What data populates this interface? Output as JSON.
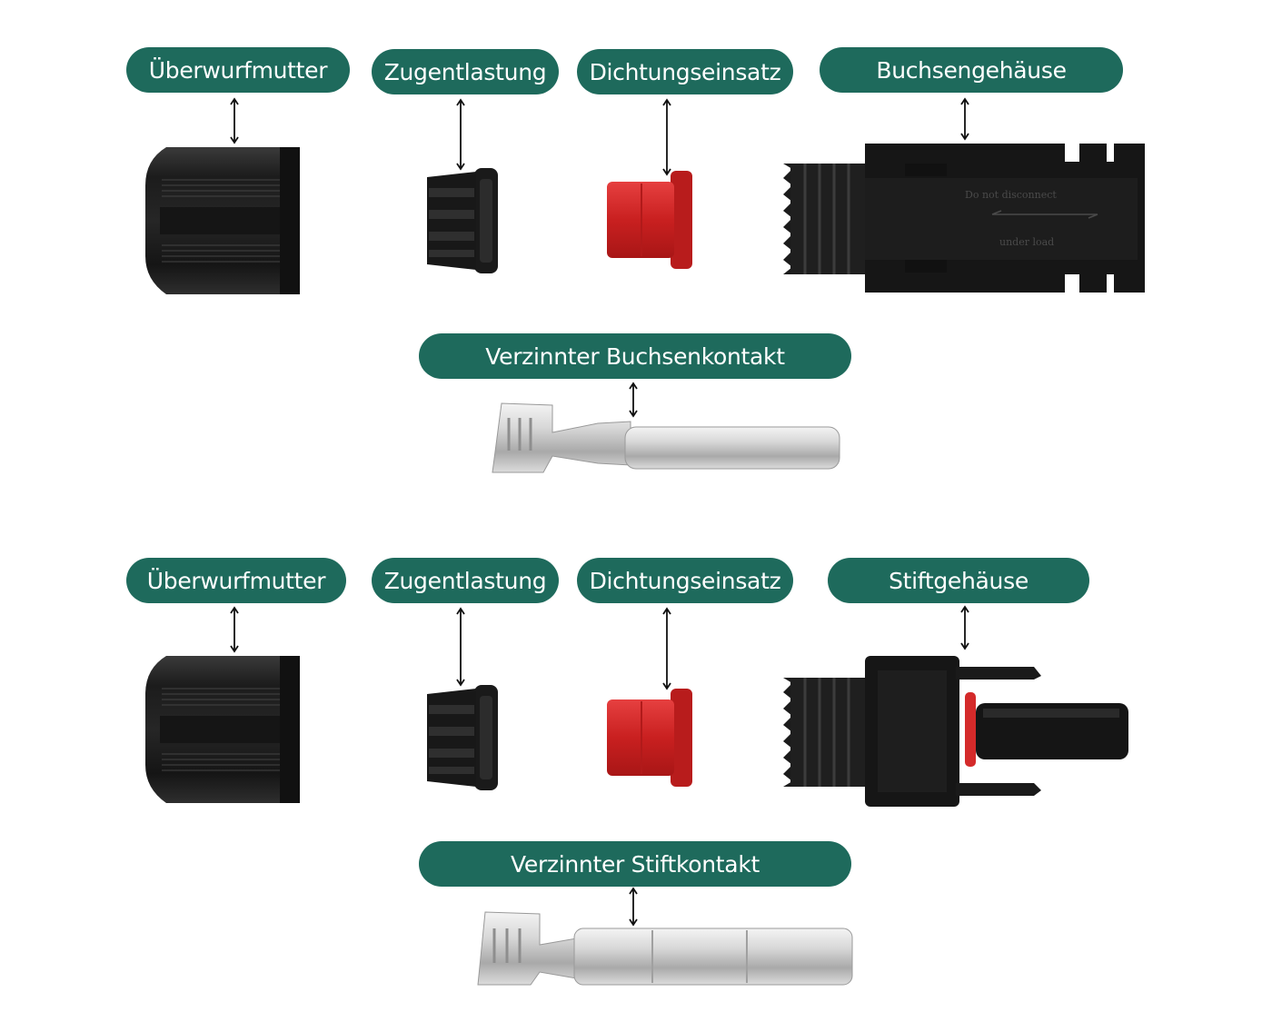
{
  "female_set": {
    "labels": {
      "nut": "Überwurfmutter",
      "strain_relief": "Zugentlastung",
      "seal_insert": "Dichtungseinsatz",
      "housing": "Buchsengehäuse",
      "contact": "Verzinnter Buchsenkontakt"
    },
    "housing_print": {
      "line1": "Do not disconnect",
      "line2": "under load"
    }
  },
  "male_set": {
    "labels": {
      "nut": "Überwurfmutter",
      "strain_relief": "Zugentlastung",
      "seal_insert": "Dichtungseinsatz",
      "housing": "Stiftgehäuse",
      "contact": "Verzinnter Stiftkontakt"
    }
  },
  "colors": {
    "label_background": "#1e6a5c",
    "label_text": "#ffffff",
    "plastic_black": "#1a1a1a",
    "seal_red": "#d42a2a",
    "contact_metal": "#c8c8c8"
  }
}
